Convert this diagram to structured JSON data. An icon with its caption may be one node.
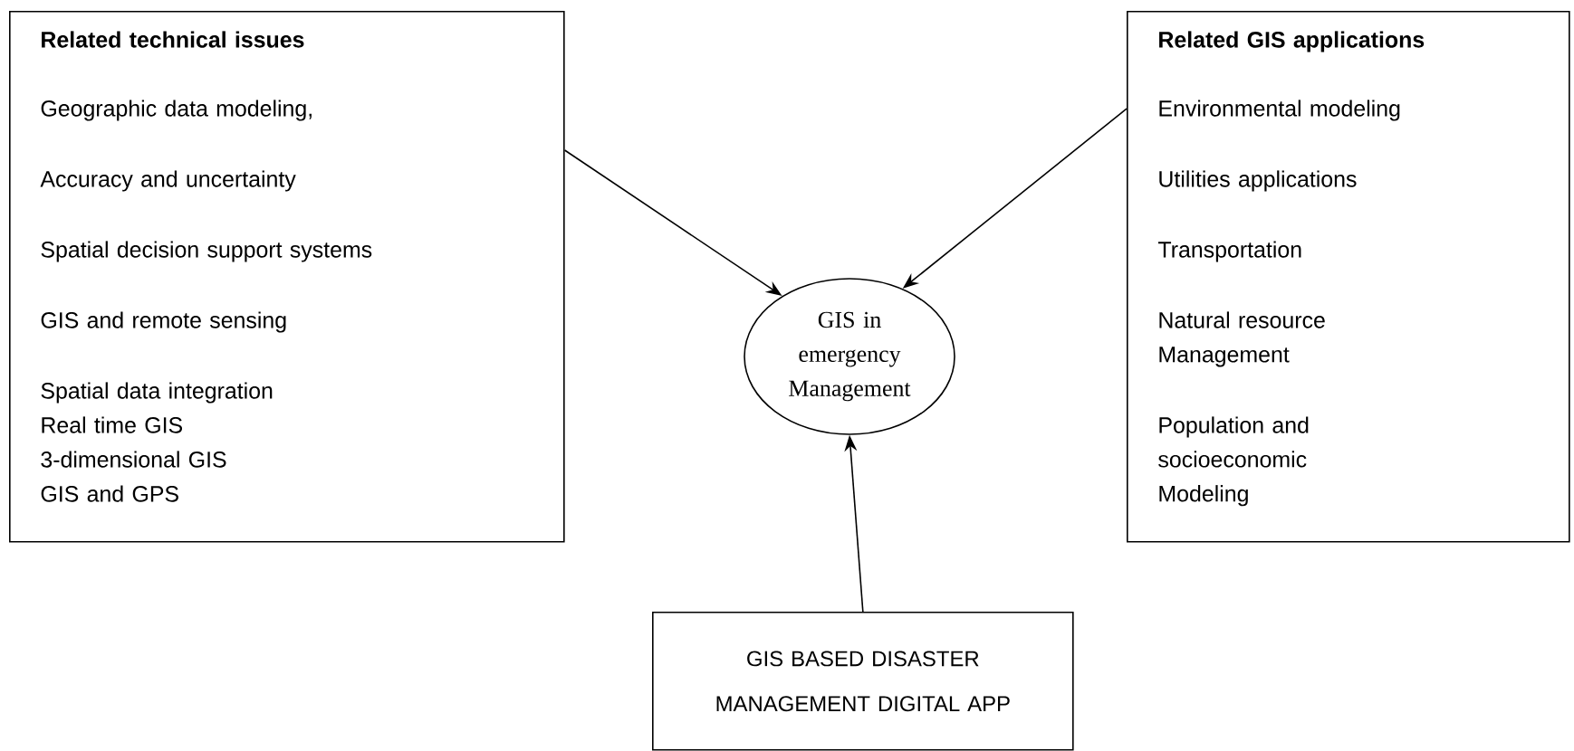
{
  "diagram": {
    "nodes": [
      {
        "text": [
          "Related technical issues",
          "Geographic data modeling,",
          "Accuracy and uncertainty",
          "Spatial decision support systems",
          "GIS and remote sensing",
          "Spatial data integration",
          "Real time GIS",
          "3-dimensional GIS",
          "GIS and GPS"
        ]
      },
      {
        "text": [
          "Related GIS applications",
          "Environmental modeling",
          "Utilities applications",
          "Transportation",
          "Natural resource Management",
          "Population and socioeconomic Modeling"
        ]
      },
      {
        "text": [
          "GIS in emergency Management"
        ]
      },
      {
        "text": [
          "GIS BASED DISASTER MANAGEMENT DIGITAL APP"
        ]
      }
    ],
    "edges": [
      {
        "from": 0,
        "to": 2,
        "arrow": "to"
      },
      {
        "from": 1,
        "to": 2,
        "arrow": "to"
      },
      {
        "from": 3,
        "to": 2,
        "arrow": "to"
      }
    ]
  }
}
